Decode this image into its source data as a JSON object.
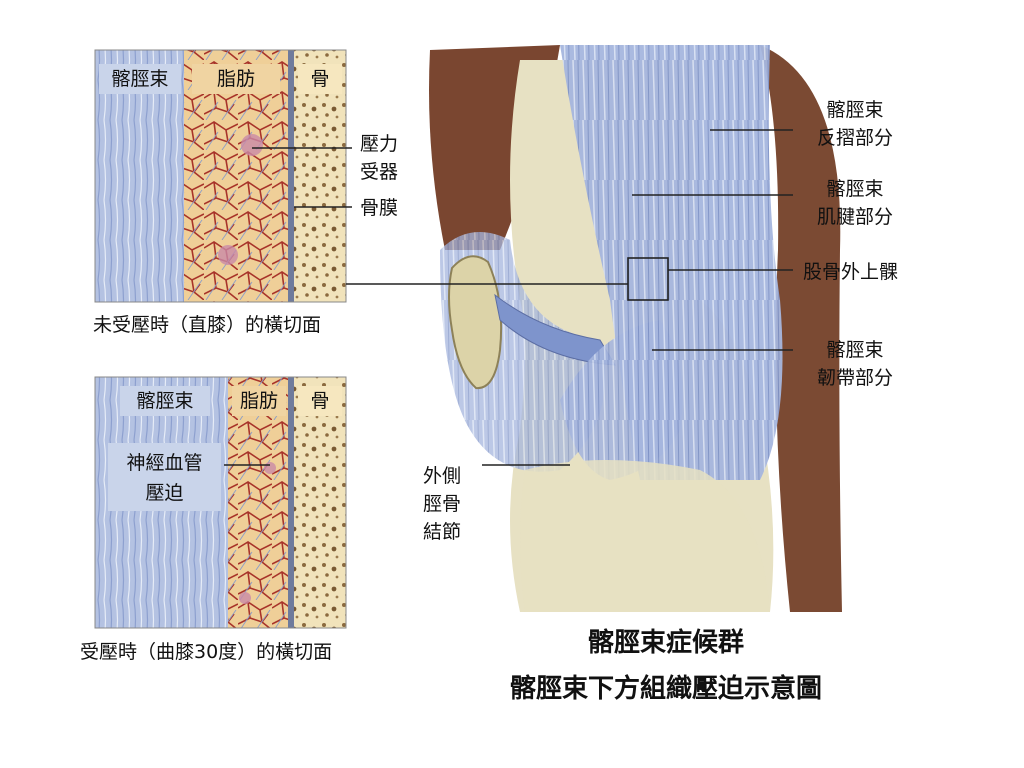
{
  "panel_top": {
    "tag_itb": "髂脛束",
    "tag_fat": "脂肪",
    "tag_bone": "骨",
    "caption": "未受壓時（直膝）的橫切面"
  },
  "panel_bottom": {
    "tag_itb": "髂脛束",
    "tag_fat": "脂肪",
    "tag_bone": "骨",
    "nerve_line1": "神經血管",
    "nerve_line2": "壓迫",
    "caption": "受壓時（曲膝30度）的橫切面"
  },
  "labels": {
    "receptor_line1": "壓力",
    "receptor_line2": "受器",
    "periosteum": "骨膜",
    "reflex_line1": "髂脛束",
    "reflex_line2": "反摺部分",
    "tendon_line1": "髂脛束",
    "tendon_line2": "肌腱部分",
    "epicondyle": "股骨外上髁",
    "ligament_line1": "髂脛束",
    "ligament_line2": "韌帶部分",
    "tibia_line1": "外側",
    "tibia_line2": "脛骨",
    "tibia_line3": "結節"
  },
  "title": {
    "line1": "髂脛束症候群",
    "line2": "髂脛束下方組織壓迫示意圖"
  },
  "colors": {
    "itb_blue": "#a9b9de",
    "fat_orange": "#e9c48a",
    "vessel_red": "#a8342a",
    "bone_cream": "#eedfb4",
    "muscle_brown": "#7b4a33"
  }
}
